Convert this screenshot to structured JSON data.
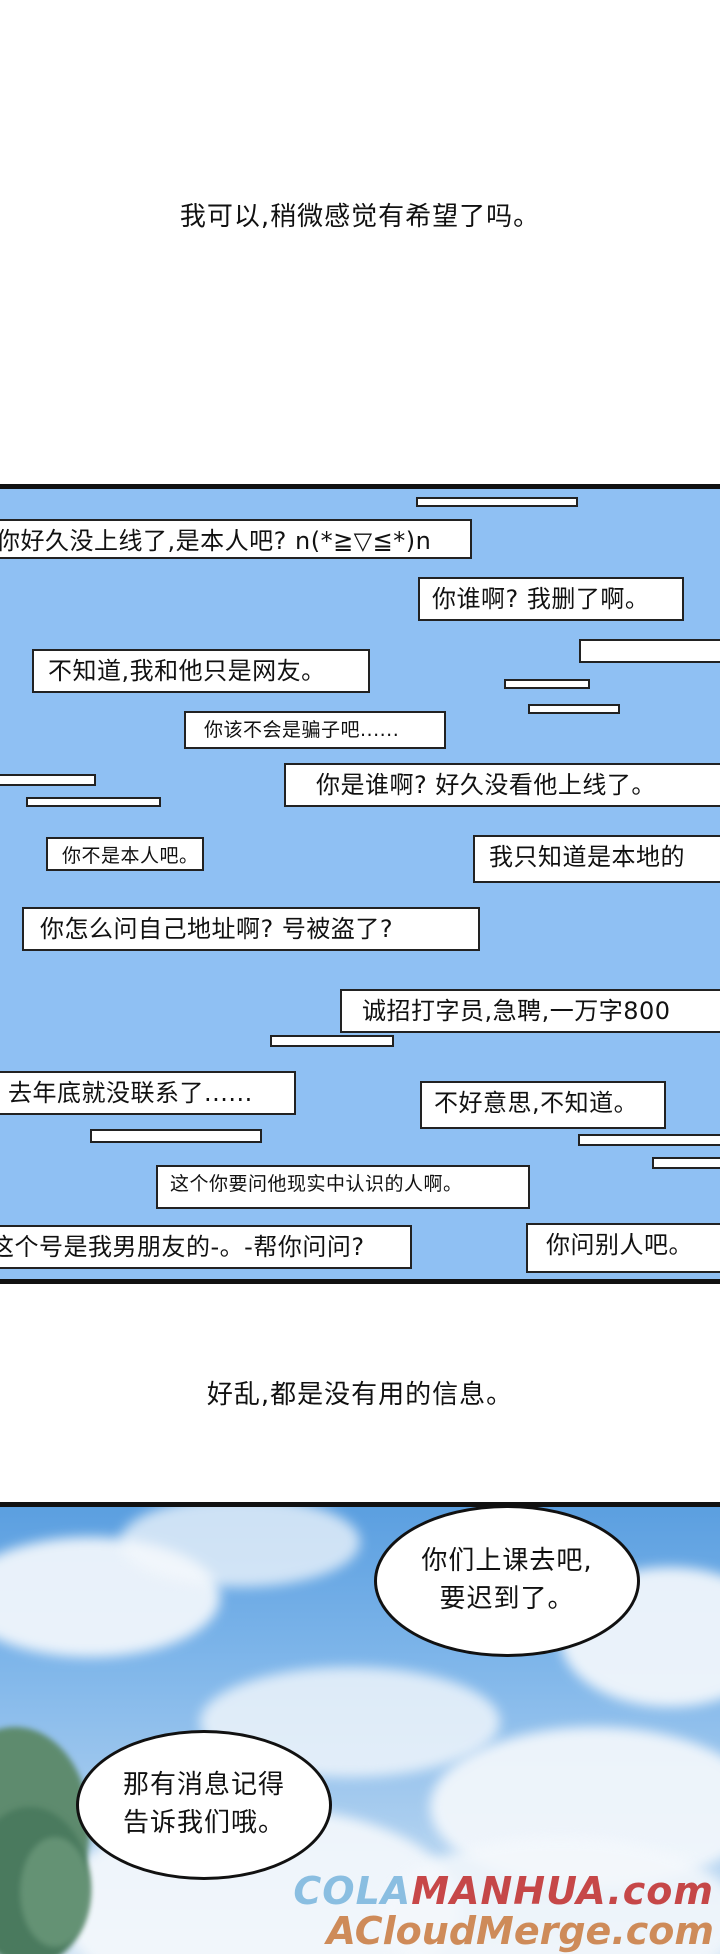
{
  "narration": {
    "top": "我可以,稍微感觉有希望了吗。",
    "middle": "好乱,都是没有用的信息。"
  },
  "chat": {
    "messages": [
      "你好久没上线了,是本人吧? n(*≧▽≦*)n",
      "你谁啊? 我删了啊。",
      "不知道,我和他只是网友。",
      "你该不会是骗子吧......",
      "你是谁啊? 好久没看他上线了。",
      "你不是本人吧。",
      "我只知道是本地的",
      "你怎么问自己地址啊? 号被盗了?",
      "诚招打字员,急聘,一万字800",
      "去年底就没联系了......",
      "不好意思,不知道。",
      "这个你要问他现实中认识的人啊。",
      "这个号是我男朋友的-。-帮你问问?",
      "你问别人吧。"
    ]
  },
  "bubbles": {
    "upper": [
      "你们上课去吧,",
      "要迟到了。"
    ],
    "lower": [
      "那有消息记得",
      "告诉我们哦。"
    ]
  },
  "watermark": {
    "cola": "COLA",
    "manhua": "MANHUA.com",
    "line2": "ACloudMerge.com"
  },
  "colors": {
    "chat_background": "#8fc0f3",
    "sky": "#7fb6ea"
  }
}
